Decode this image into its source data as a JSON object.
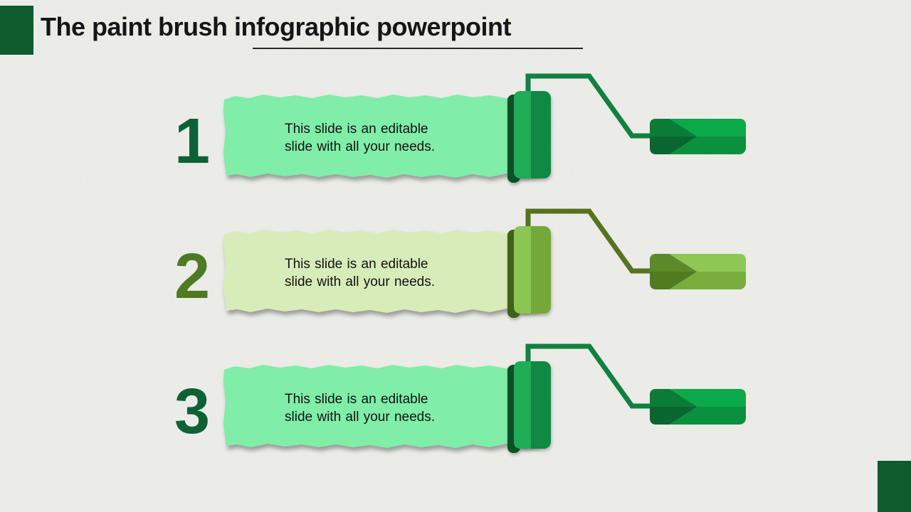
{
  "slide": {
    "title": "The paint brush infographic powerpoint",
    "background_color": "#ecece8",
    "texture": "speckled-paper",
    "corner_accent_color": "#0e5b2e",
    "title_color": "#161616"
  },
  "rows": [
    {
      "number": "1",
      "text": {
        "line1": "This slide is an editable",
        "line2": "slide with all your needs."
      },
      "colors": {
        "number": "#0e6136",
        "swatch": "#80eda9",
        "edge": "#095226",
        "roller_light": "#1fad58",
        "roller_dark": "#0f8943",
        "handle": "#128040",
        "grip_top": "#0ca94a",
        "grip_bottom": "#0b9040",
        "arrow_top": "#0a7c37",
        "arrow_bottom": "#096630"
      }
    },
    {
      "number": "2",
      "text": {
        "line1": "This slide is an editable",
        "line2": "slide with all your needs."
      },
      "colors": {
        "number": "#4d7a22",
        "swatch": "#d8ecba",
        "edge": "#3f6118",
        "roller_light": "#8cc553",
        "roller_dark": "#74a93a",
        "handle": "#567321",
        "grip_top": "#8ec754",
        "grip_bottom": "#79ad3e",
        "arrow_top": "#5d8a28",
        "arrow_bottom": "#527b20"
      }
    },
    {
      "number": "3",
      "text": {
        "line1": "This slide is an editable",
        "line2": "slide with all your needs."
      },
      "colors": {
        "number": "#0e6136",
        "swatch": "#80eda9",
        "edge": "#095226",
        "roller_light": "#1fad58",
        "roller_dark": "#0f8943",
        "handle": "#128040",
        "grip_top": "#0ca94a",
        "grip_bottom": "#0b9040",
        "arrow_top": "#0a7c37",
        "arrow_bottom": "#096630"
      }
    }
  ]
}
